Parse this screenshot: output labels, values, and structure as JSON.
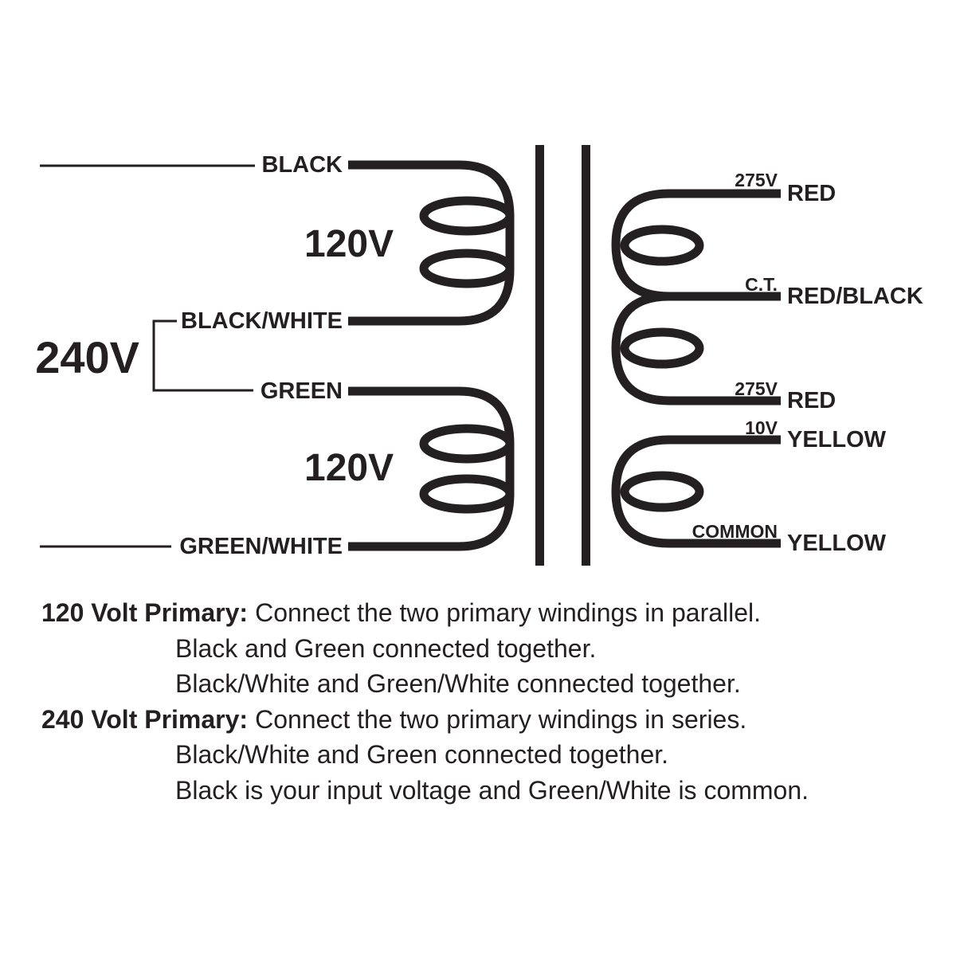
{
  "colors": {
    "ink": "#241f21",
    "background": "#ffffff"
  },
  "diagram": {
    "primary": {
      "series_voltage": "240V",
      "windings": [
        {
          "voltage": "120V",
          "start_lead": "BLACK",
          "end_lead": "BLACK/WHITE"
        },
        {
          "voltage": "120V",
          "start_lead": "GREEN",
          "end_lead": "GREEN/WHITE"
        }
      ]
    },
    "secondary": {
      "taps": [
        {
          "marking": "275V",
          "wire": "RED"
        },
        {
          "marking": "C.T.",
          "wire": "RED/BLACK"
        },
        {
          "marking": "275V",
          "wire": "RED"
        },
        {
          "marking": "10V",
          "wire": "YELLOW"
        },
        {
          "marking": "COMMON",
          "wire": "YELLOW"
        }
      ]
    }
  },
  "instructions": [
    {
      "heading": "120 Volt Primary:",
      "text": "Connect the two primary windings in parallel."
    },
    {
      "heading": "",
      "text": "Black and Green connected together."
    },
    {
      "heading": "",
      "text": "Black/White and Green/White connected together."
    },
    {
      "heading": "240 Volt Primary:",
      "text": "Connect the two primary windings in series."
    },
    {
      "heading": "",
      "text": "Black/White and Green connected together."
    },
    {
      "heading": "",
      "text": "Black is your input voltage and Green/White is common."
    }
  ]
}
